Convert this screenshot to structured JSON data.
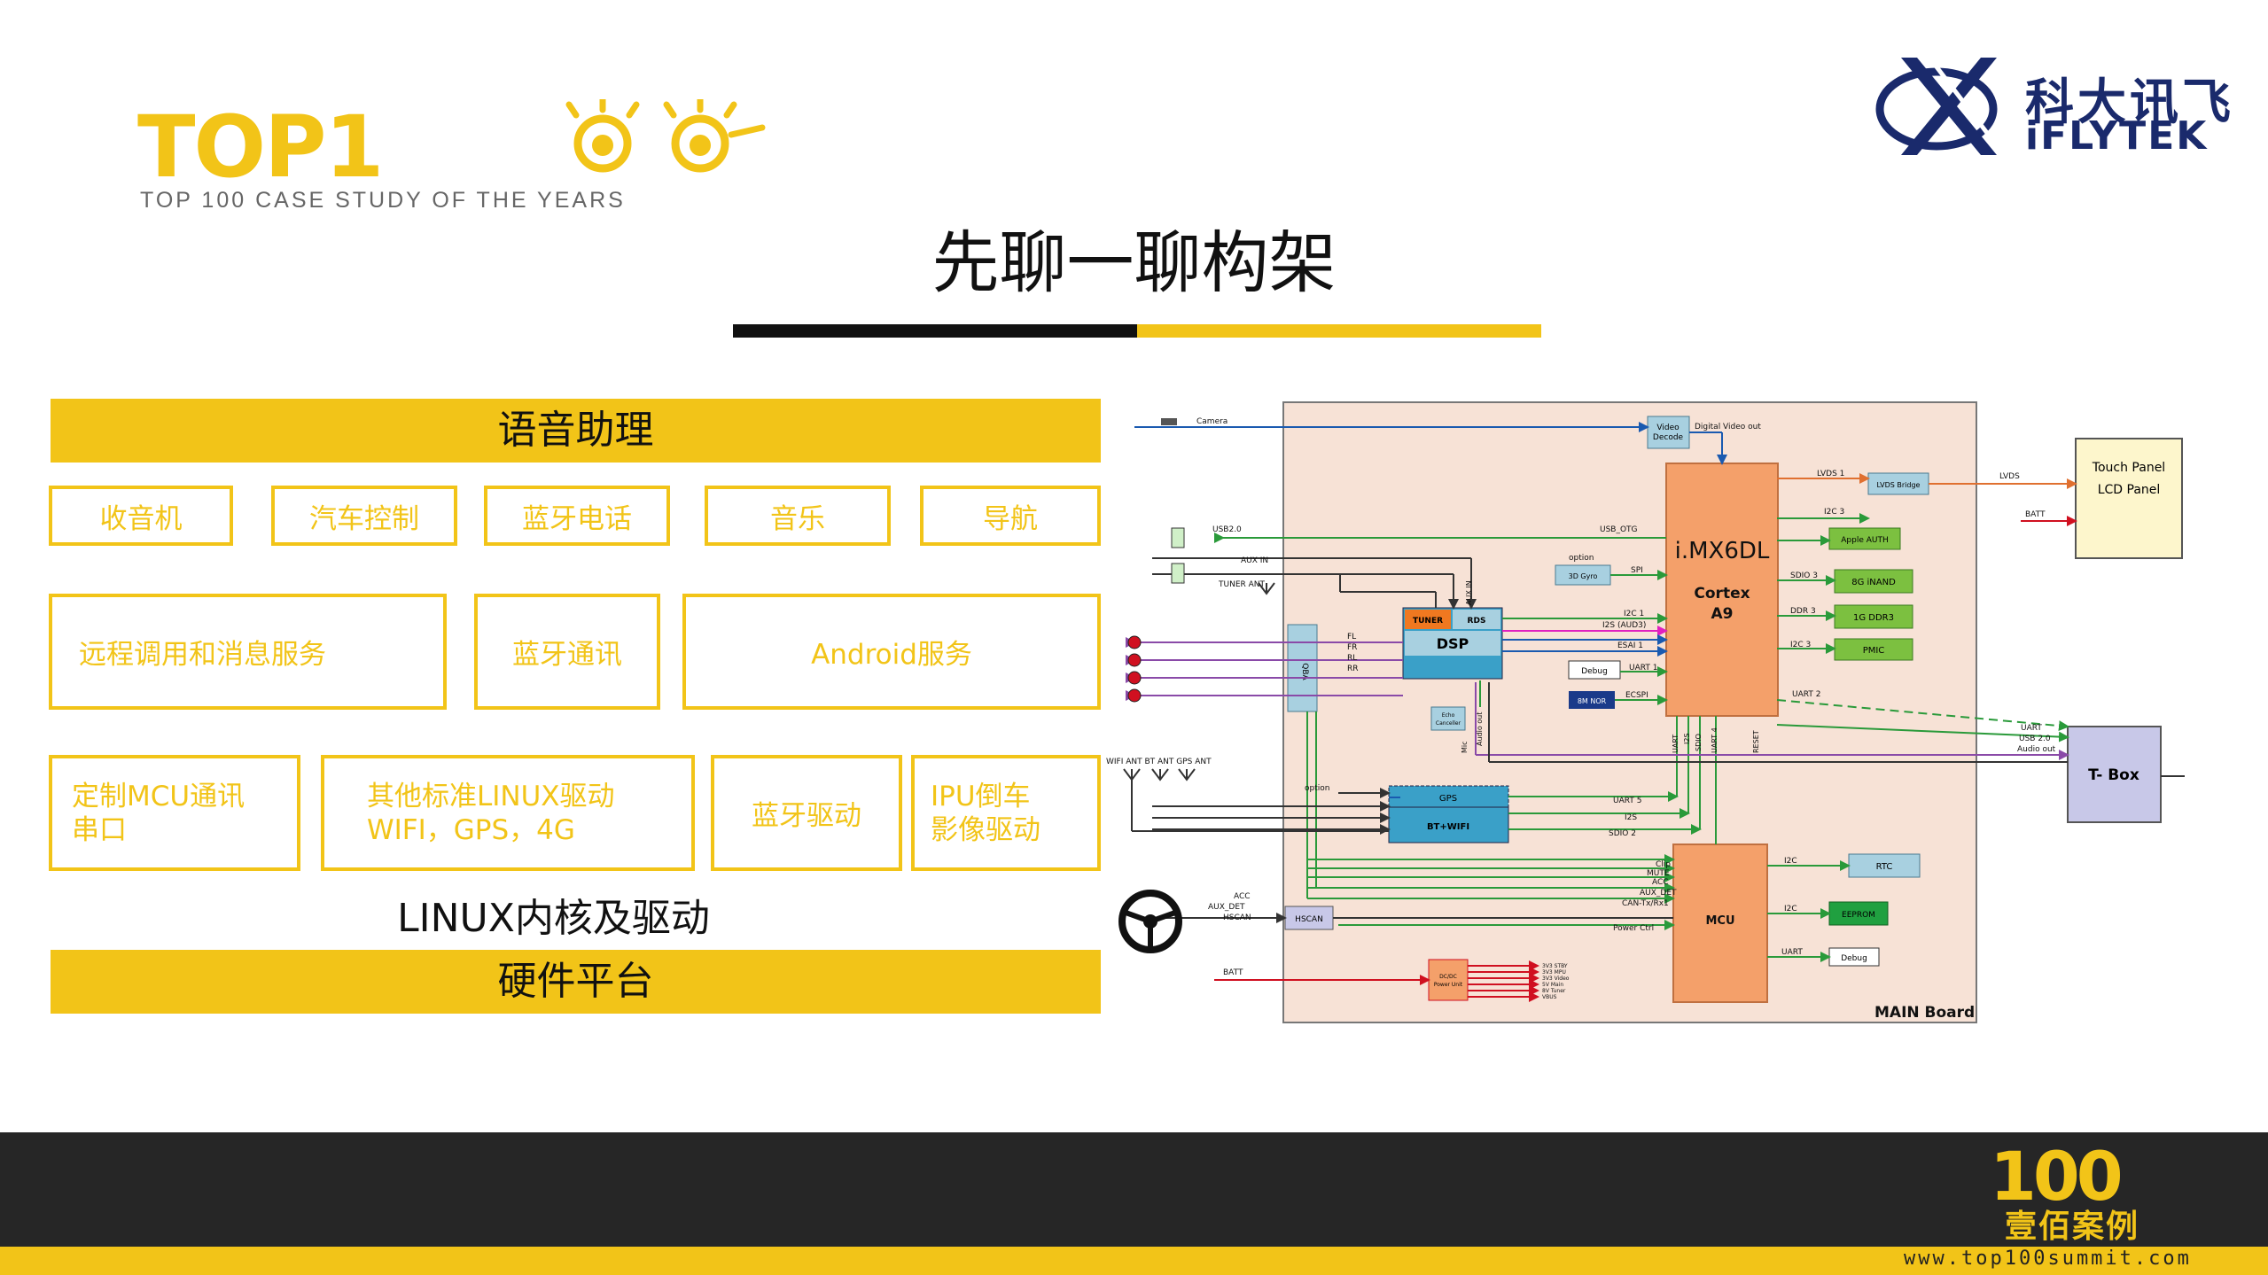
{
  "header": {
    "logo_text": "TOP1",
    "logo_subtitle": "TOP 100 CASE STUDY OF THE YEARS",
    "brand_cn": "科大讯飞",
    "brand_en": "iFLYTEK",
    "page_title": "先聊一聊构架"
  },
  "stack": {
    "top_bar": "语音助理",
    "row1": [
      "收音机",
      "汽车控制",
      "蓝牙电话",
      "音乐",
      "导航"
    ],
    "row2": [
      "远程调用和消息服务",
      "蓝牙通讯",
      "Android服务"
    ],
    "row3": [
      {
        "line1": "定制MCU通讯",
        "line2": "串口"
      },
      {
        "line1": "其他标准LINUX驱动",
        "line2": "WIFI，GPS，4G"
      },
      {
        "line1": "蓝牙驱动",
        "line2": ""
      },
      {
        "line1": "IPU倒车",
        "line2": "影像驱动"
      }
    ],
    "kernel_label": "LINUX内核及驱动",
    "bottom_bar": "硬件平台"
  },
  "schematic": {
    "soc": "i.MX6DL",
    "soc_sub": "Cortex\nA9",
    "mcu": "MCU",
    "dsp": "DSP",
    "tuner": "TUNER",
    "rds": "RDS",
    "board": "MAIN Board",
    "tbox": "T- Box",
    "touch_panel": "Touch Panel",
    "lcd_panel": "LCD Panel",
    "video_decode": "Video\nDecode",
    "gps": "GPS",
    "btwifi": "BT+WIFI",
    "lvds_bridge": "LVDS Bridge",
    "apple_auth": "Apple AUTH",
    "nand": "8G iNAND",
    "ddr3": "1G DDR3",
    "pmic": "PMIC",
    "rtc": "RTC",
    "eeprom": "EEPROM",
    "debug": "Debug",
    "hscan": "HSCAN",
    "gyro": "3D Gyro",
    "nor": "8M NOR",
    "dcdc": "DC/DC\nPower Unit",
    "qbe": "QBA",
    "echo": "Echo\nCanceller",
    "labels": {
      "camera": "Camera",
      "digital_video_out": "Digital Video out",
      "usb20": "USB2.0",
      "usb_otg": "USB_OTG",
      "aux_in": "AUX IN",
      "tuner_ant": "TUNER ANT",
      "option": "option",
      "spi": "SPI",
      "i2c1": "I2C 1",
      "i2s_audi3": "I2S (AUD3)",
      "esai1": "ESAI 1",
      "uart1": "UART 1",
      "ecspi": "ECSPI",
      "lvds1": "LVDS 1",
      "lvds": "LVDS",
      "i2c3": "I2C 3",
      "sdio3": "SDIO 3",
      "ddr3_bus": "DDR 3",
      "i2c3b": "I2C 3",
      "uart2": "UART 2",
      "batt": "BATT",
      "uart": "UART",
      "usb2": "USB 2.0",
      "audio_out": "Audio out",
      "mic": "MIC",
      "ants": "WIFI ANT BT ANT GPS ANT",
      "uart5": "UART 5",
      "i2s": "I2S",
      "sdio2": "SDIO 2",
      "clip": "Clip",
      "mute": "MUTE",
      "acc": "ACC",
      "aux_det": "AUX_DET",
      "can": "CAN-Tx/Rx1",
      "power_ctrl": "Power Ctrl",
      "i2c": "I2C",
      "uart_b": "UART",
      "rails": [
        "3V3 STBY",
        "3V3 MPU",
        "3V3 Video",
        "5V Main",
        "8V Tuner",
        "VBUS"
      ],
      "fl": "FL",
      "fr": "FR",
      "rl": "RL",
      "rr": "RR",
      "aux_in_v": "AUX IN",
      "audio_out_v": "Audio out",
      "mic_v": "Mic",
      "uart_v": "UART",
      "i2s_v": "I2S",
      "sdio_v": "SDIO",
      "uart4_v": "UART 4",
      "reset_v": "RESET"
    }
  },
  "footer": {
    "number": "100",
    "brand_cn": "壹佰案例",
    "url": "www.top100summit.com"
  }
}
